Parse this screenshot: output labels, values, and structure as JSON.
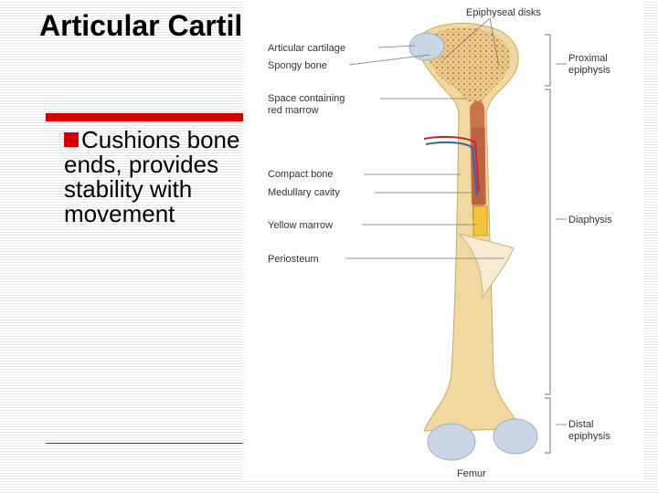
{
  "slide": {
    "title": "Articular Cartilage",
    "bullet_marker": "n",
    "bullet_text": "Cushions bone ends, provides stability with movement"
  },
  "figure": {
    "labels": {
      "epiphyseal_disks": "Epiphyseal disks",
      "articular_cartilage": "Articular cartilage",
      "spongy_bone": "Spongy bone",
      "space_red_marrow_line1": "Space containing",
      "space_red_marrow_line2": "red marrow",
      "compact_bone": "Compact bone",
      "medullary_cavity": "Medullary cavity",
      "yellow_marrow": "Yellow marrow",
      "periosteum": "Periosteum",
      "proximal_epiphysis_line1": "Proximal",
      "proximal_epiphysis_line2": "epiphysis",
      "diaphysis": "Diaphysis",
      "distal_epiphysis_line1": "Distal",
      "distal_epiphysis_line2": "epiphysis",
      "caption": "Femur"
    }
  },
  "colors": {
    "accent_red": "#d40000",
    "bone": "#f0d8a0",
    "cartilage": "#c9d6e6",
    "red_marrow": "#c8744a",
    "yellow_marrow": "#f2c63c",
    "leader_line": "#777777"
  }
}
